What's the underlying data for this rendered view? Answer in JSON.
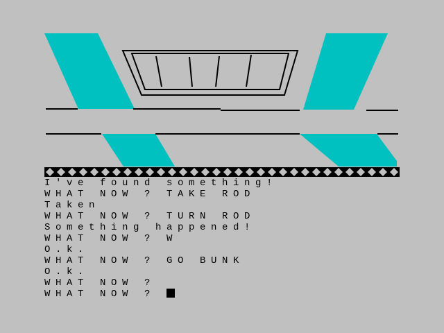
{
  "colors": {
    "background": "#c0c0c0",
    "accent": "#00c0c0",
    "ink": "#000000"
  },
  "transcript": [
    "I've found something!",
    "WHAT NOW ? TAKE ROD",
    "Taken",
    "WHAT NOW ? TURN ROD",
    "Something happened!",
    "WHAT NOW ? W",
    "O.k.",
    "WHAT NOW ? GO BUNK",
    "O.k.",
    "WHAT NOW ?"
  ],
  "prompt": "WHAT NOW ?"
}
